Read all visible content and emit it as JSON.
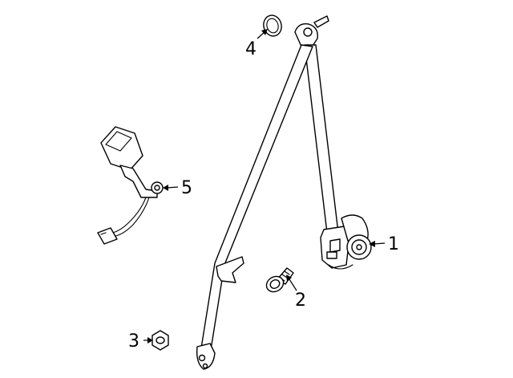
{
  "callouts": [
    {
      "number": "1",
      "part": "seat-belt-retractor"
    },
    {
      "number": "2",
      "part": "bolt"
    },
    {
      "number": "3",
      "part": "nut"
    },
    {
      "number": "4",
      "part": "ring"
    },
    {
      "number": "5",
      "part": "buckle-assembly"
    }
  ],
  "colors": {
    "line": "#000000",
    "background": "#ffffff"
  }
}
